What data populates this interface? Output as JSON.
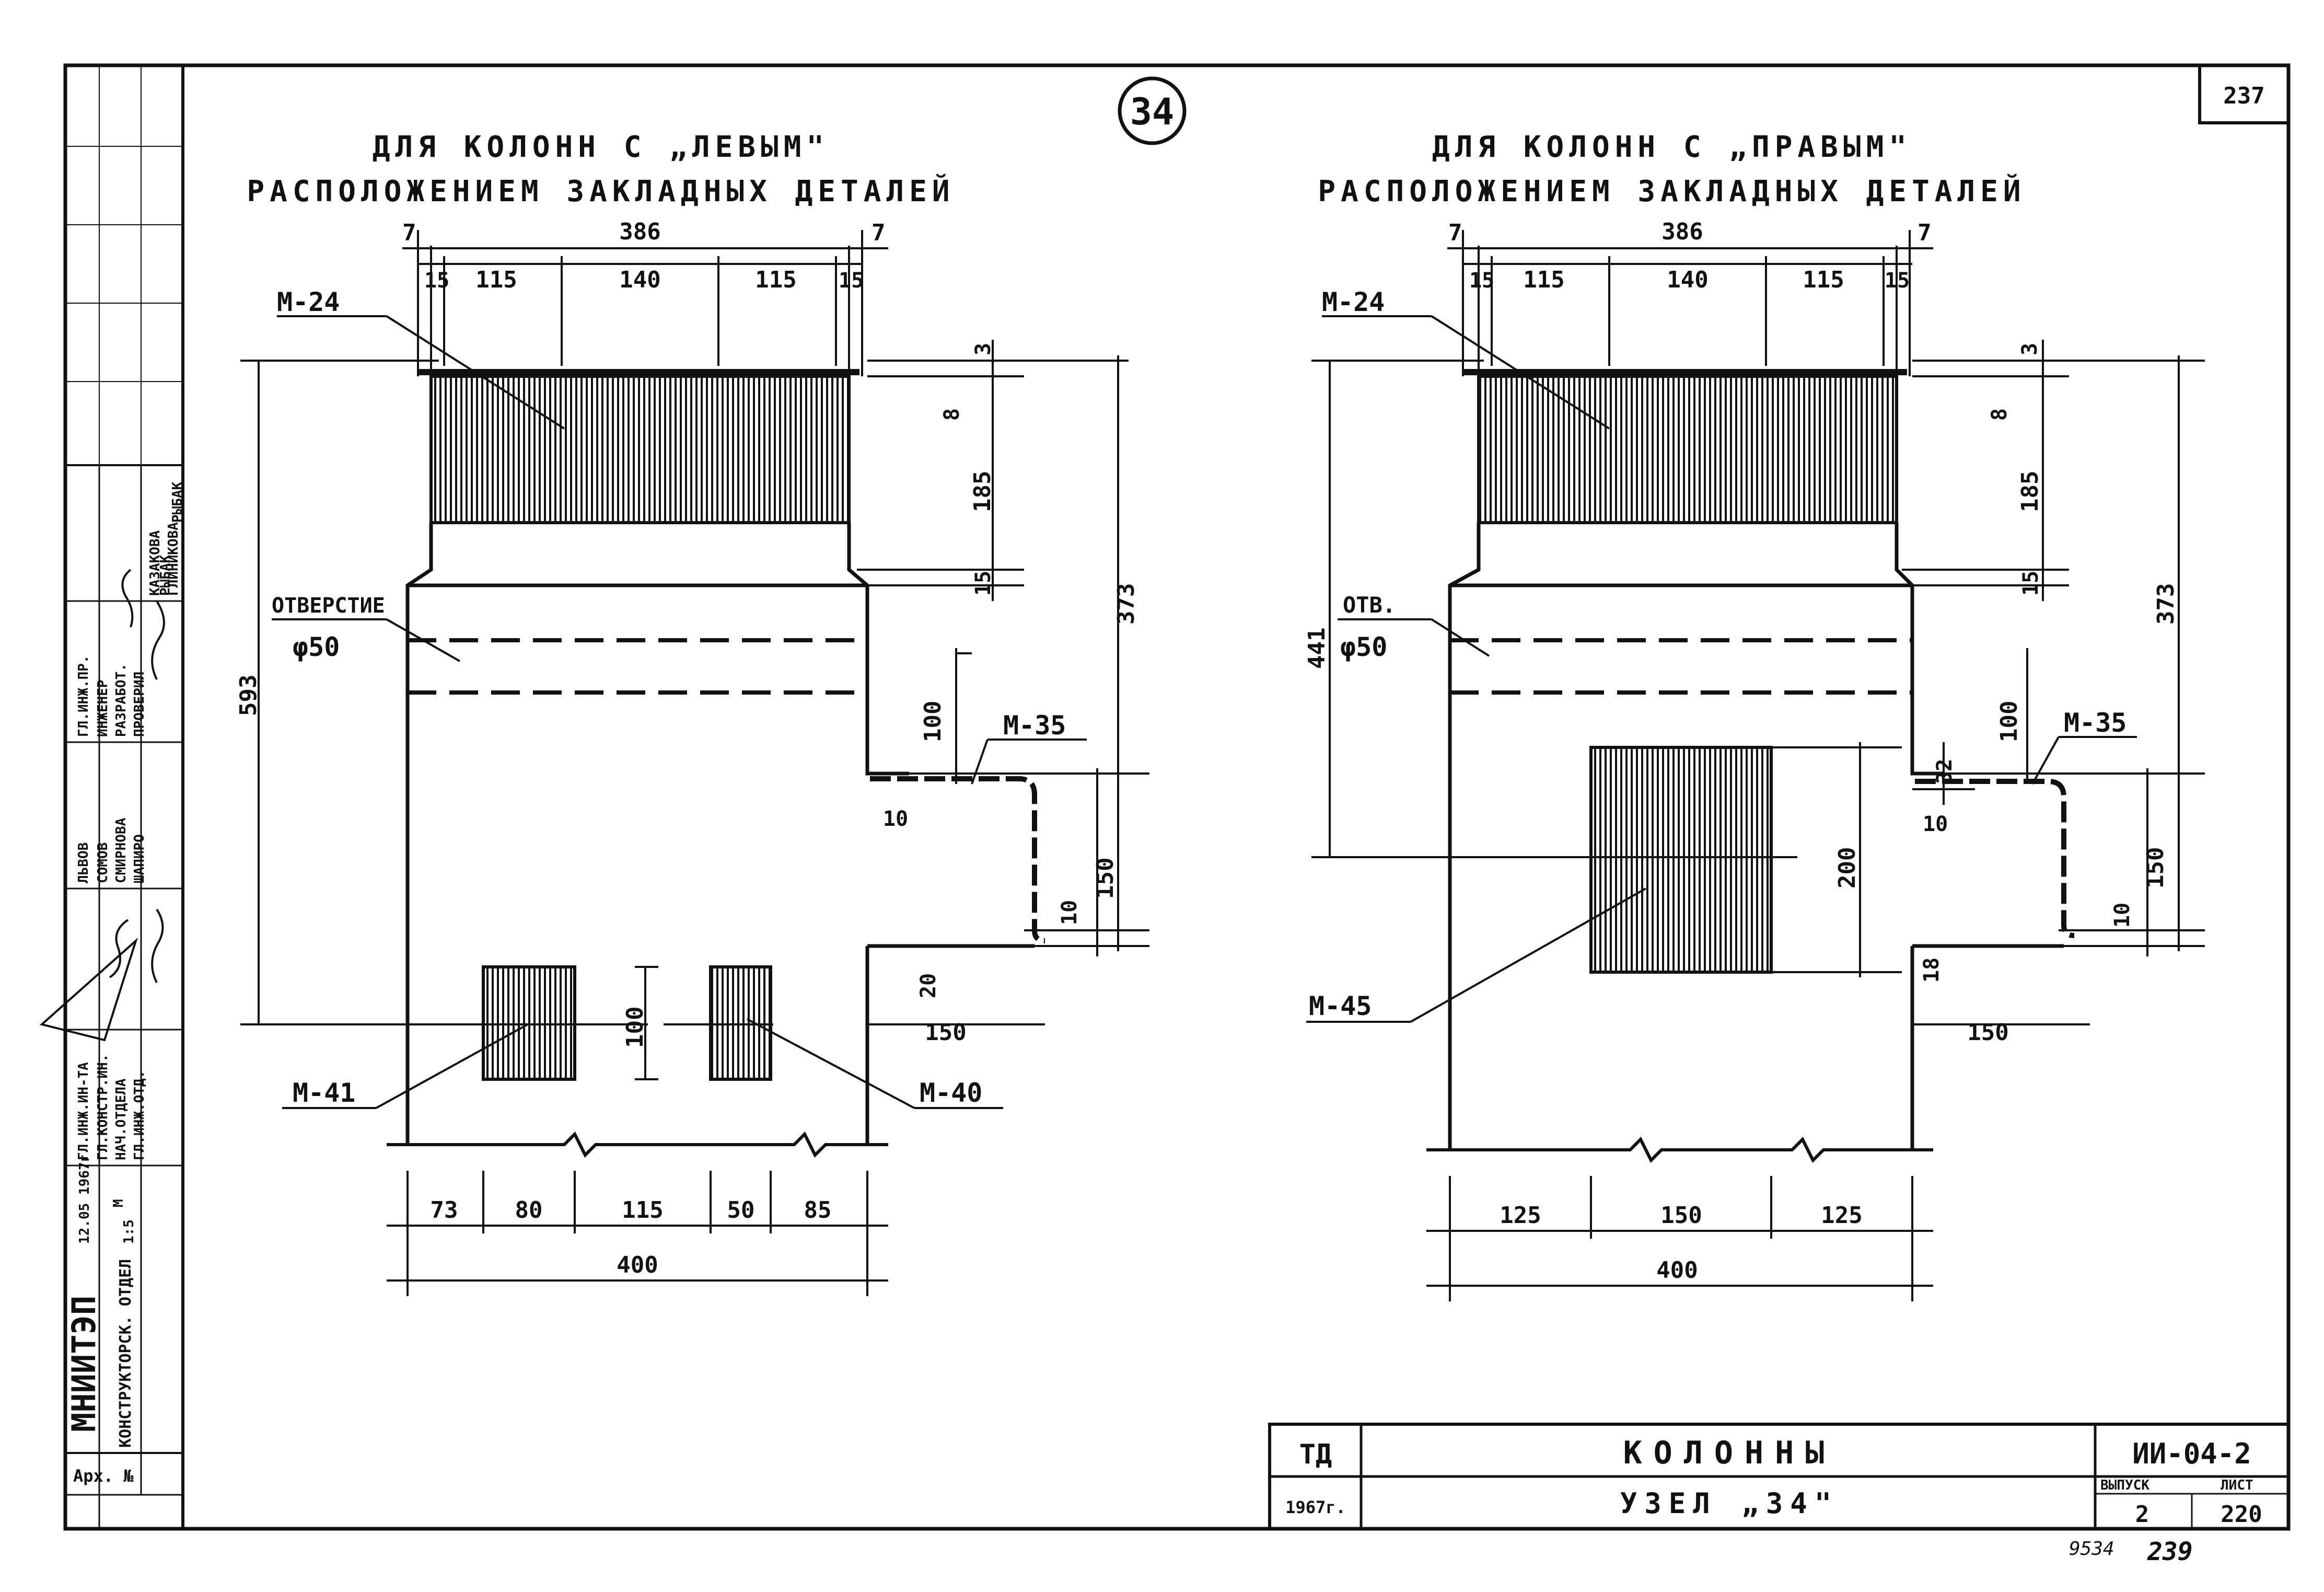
{
  "sheet": {
    "sheet_number": "237",
    "node_number": "34",
    "note_bottom": "9534",
    "note_bottom_2": "239"
  },
  "left_view": {
    "title_line1": "ДЛЯ  КОЛОНН  С „ЛЕВЫМ\"",
    "title_line2": "РАСПОЛОЖЕНИЕМ  ЗАКЛАДНЫХ  ДЕТАЛЕЙ",
    "dims": {
      "top_total": "386",
      "edge_l": "7",
      "edge_r": "7",
      "s15a": "15",
      "s115a": "115",
      "s140": "140",
      "s115b": "115",
      "s15b": "15",
      "v3": "3",
      "v8": "8",
      "v185": "185",
      "v15": "15",
      "v373": "373",
      "v593": "593",
      "v100": "100",
      "v10a": "10",
      "v150": "150",
      "v10b": "10",
      "v20": "20",
      "v100b": "100",
      "h150": "150",
      "b73": "73",
      "b80": "80",
      "b115": "115",
      "b50": "50",
      "b85": "85",
      "b400": "400"
    },
    "labels": {
      "m24": "М-24",
      "hole": "ОТВЕРСТИЕ",
      "hole_d": "φ50",
      "m35": "М-35",
      "m41": "М-41",
      "m40": "М-40"
    }
  },
  "right_view": {
    "title_line1": "ДЛЯ  КОЛОНН  С „ПРАВЫМ\"",
    "title_line2": "РАСПОЛОЖЕНИЕМ  ЗАКЛАДНЫХ  ДЕТАЛЕЙ",
    "dims": {
      "top_total": "386",
      "edge_l": "7",
      "edge_r": "7",
      "s15a": "15",
      "s115a": "115",
      "s140": "140",
      "s115b": "115",
      "s15b": "15",
      "v3": "3",
      "v8": "8",
      "v185": "185",
      "v15": "15",
      "v373": "373",
      "v441": "441",
      "v100": "100",
      "v32": "32",
      "v10a": "10",
      "v200": "200",
      "v150": "150",
      "v10b": "10",
      "v18": "18",
      "h150": "150",
      "b125a": "125",
      "b150": "150",
      "b125b": "125",
      "b400": "400"
    },
    "labels": {
      "m24": "М-24",
      "hole": "ОТВ.",
      "hole_d": "φ50",
      "m35": "М-35",
      "m45": "М-45"
    }
  },
  "side_stamp": {
    "org": "МНИИТЭП",
    "dept": "КОНСТРУКТОРСК. ОТДЕЛ",
    "date": "12.05 1967г",
    "scale_label": "М",
    "scale": "1:5",
    "arch": "Арх. №",
    "rows": [
      {
        "role": "ГЛ.ИНЖ.ИН-ТА",
        "name": "ЛЬВОВ",
        "role2": "ГЛ.ИНЖ.ПР.",
        "name2": "КАЗАКОВА"
      },
      {
        "role": "ГЛ.КОНСТР.ИН.",
        "name": "СОМОВ",
        "role2": "ИНЖЕНЕР",
        "name2": "РЫБАК"
      },
      {
        "role": "НАЧ.ОТДЕЛА",
        "name": "СМИРНОВА",
        "role2": "РАЗРАБОТ.",
        "name2": "ГЛИНИКОВА"
      },
      {
        "role": "ГЛ.ИНЖ.ОТД.",
        "name": "ШАПИРО",
        "role2": "ПРОВЕРИЛ",
        "name2": "РЫБАК"
      }
    ]
  },
  "title_block": {
    "td": "ТД",
    "year": "1967г.",
    "title": "КОЛОННЫ",
    "subtitle": "УЗЕЛ „34\"",
    "code": "ИИ-04-2",
    "issue_label": "ВЫПУСК",
    "sheet_label": "ЛИСТ",
    "issue": "2",
    "sheet": "220"
  }
}
